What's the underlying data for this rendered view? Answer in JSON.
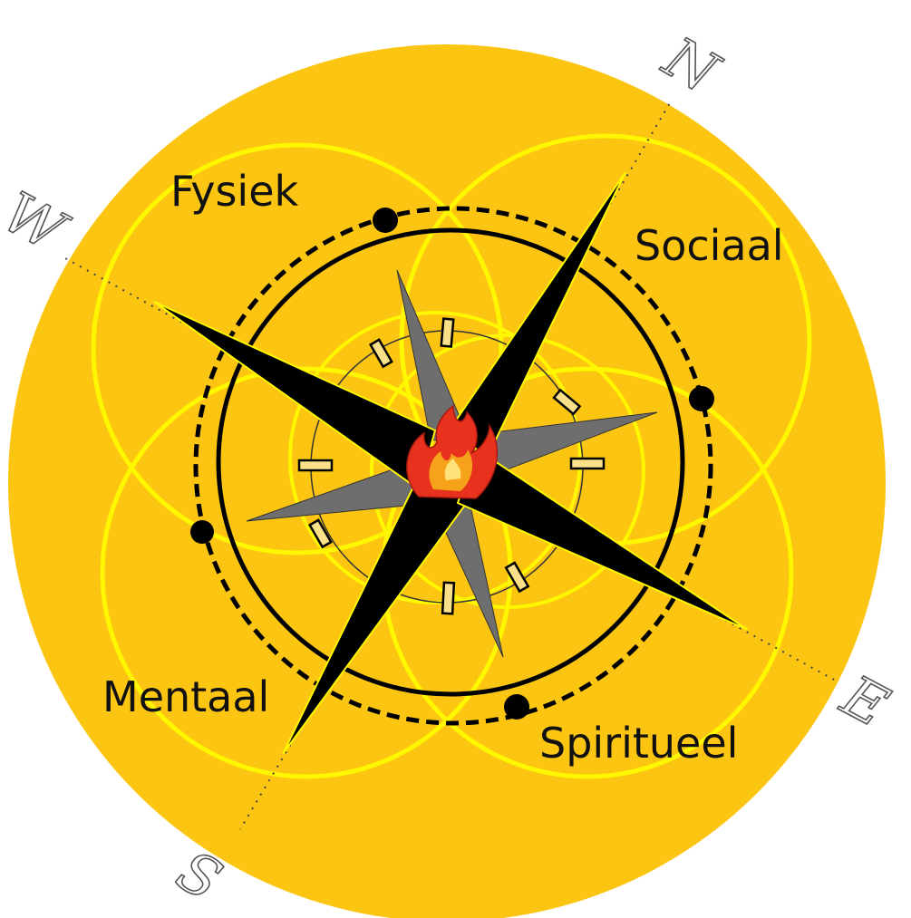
{
  "labels": {
    "quadrants": {
      "top_left": "Fysiek",
      "top_right": "Sociaal",
      "bottom_left": "Mentaal",
      "bottom_right": "Spiritueel"
    },
    "directions": {
      "north": "N",
      "east": "E",
      "south": "S",
      "west": "W"
    }
  },
  "colors": {
    "disc": "#FBC512",
    "rings": "#FFF700",
    "main_needles": "#000000",
    "secondary_needles": "#6E6E6E",
    "flame_outer": "#E8321E",
    "flame_inner": "#F7A21B"
  },
  "icons": {
    "center": "flame-icon"
  }
}
